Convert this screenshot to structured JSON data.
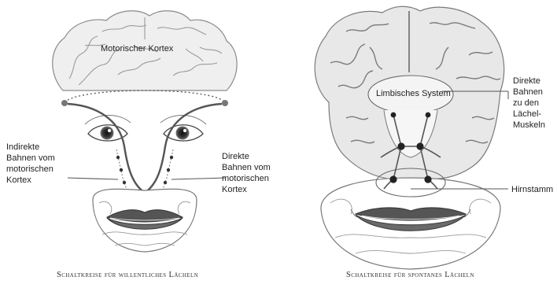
{
  "left_panel": {
    "cortex_label": "Motorischer Kortex",
    "indirect_label": [
      "Indirekte",
      "Bahnen vom",
      "motorischen",
      "Kortex"
    ],
    "direct_label": [
      "Direkte",
      "Bahnen vom",
      "motorischen",
      "Kortex"
    ],
    "caption": "Schaltkreise für willentliches Lächeln"
  },
  "right_panel": {
    "limbic_label": "Limbisches System",
    "direct_label": [
      "Direkte",
      "Bahnen",
      "zu den",
      "Lächel-",
      "Muskeln"
    ],
    "brainstem_label": "Hirnstamm",
    "caption": "Schaltkreise für spontanes Lächeln"
  },
  "colors": {
    "line": "#555555",
    "brain_fill": "#ececec",
    "brain_dark": "#7a7a7a",
    "node": "#2a2a2a"
  }
}
